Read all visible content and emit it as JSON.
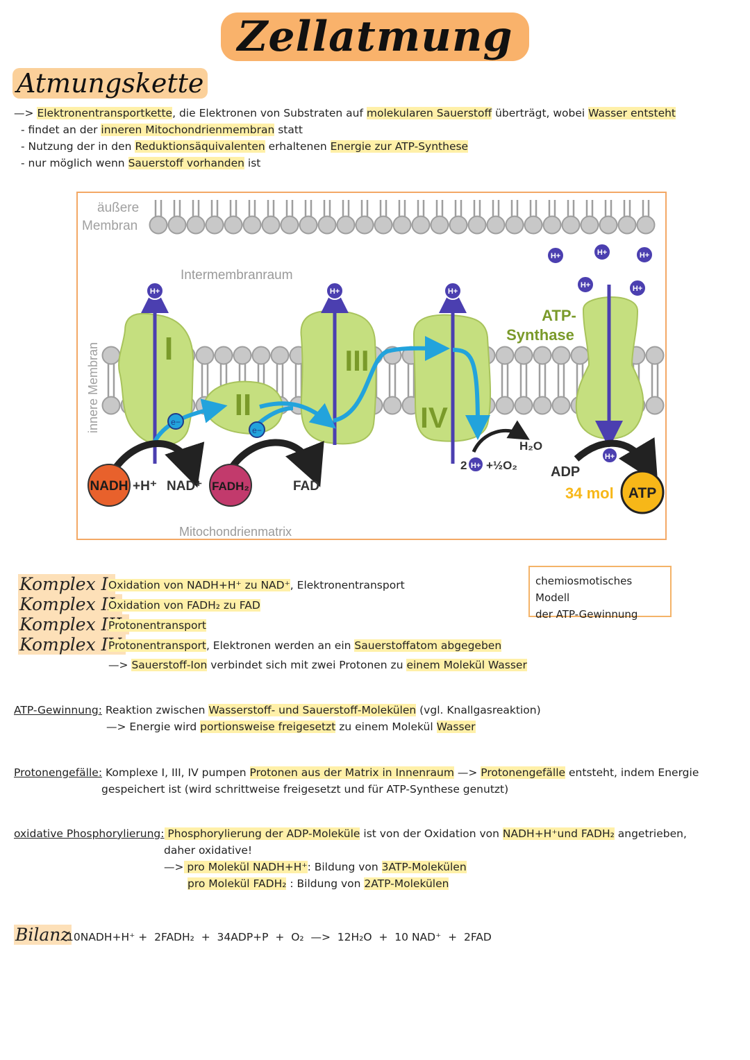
{
  "title": "Zellatmung",
  "subtitle": "Atmungskette",
  "intro": {
    "arrow": "—>",
    "def_a": "Elektronentransportkette",
    "def_b": ", die Elektronen von Substraten auf ",
    "def_c": "molekularen Sauerstoff",
    "def_d": " überträgt, wobei ",
    "def_e": "Wasser entsteht",
    "b1_a": "- findet an der ",
    "b1_b": "inneren Mitochondrienmembran",
    "b1_c": " statt",
    "b2_a": "- Nutzung der in den ",
    "b2_b": "Reduktionsäquivalenten",
    "b2_c": " erhaltenen ",
    "b2_d": "Energie zur ATP-Synthese",
    "b3_a": "- nur möglich wenn ",
    "b3_b": "Sauerstoff vorhanden",
    "b3_c": " ist"
  },
  "diagram": {
    "outer_membrane_1": "äußere",
    "outer_membrane_2": "Membran",
    "inner_membrane": "innere Membran",
    "intermembrane": "Intermembranraum",
    "matrix": "Mitochondrienmatrix",
    "complex_1": "I",
    "complex_2": "II",
    "complex_3": "III",
    "complex_4": "IV",
    "atp_synthase_1": "ATP-",
    "atp_synthase_2": "Synthase",
    "proton": "H+",
    "electron": "e−",
    "nadh": "NADH",
    "plus_h": "+H⁺",
    "nad": "NAD⁺",
    "fadh2": "FADH₂",
    "fad": "FAD",
    "h2o": "H₂O",
    "two": "2",
    "half_o2": "+½O₂",
    "adp": "ADP",
    "mol34": "34 mol",
    "atp": "ATP"
  },
  "komplex": {
    "k1_label": "Komplex   I:",
    "k1_a": "Oxidation von NADH+H⁺ zu NAD⁺",
    "k1_b": ", Elektronentransport",
    "k2_label": "Komplex  II:",
    "k2_a": "Oxidation von FADH₂ zu FAD",
    "k3_label": "Komplex III:",
    "k3_a": "Protonentransport",
    "k4_label": "Komplex  IV:",
    "k4_a": "Protonentransport",
    "k4_b": ", Elektronen werden an ein ",
    "k4_c": "Sauerstoffatom abgegeben",
    "k4_sub_arrow": "—>",
    "k4_sub_a": "Sauerstoff-Ion",
    "k4_sub_b": " verbindet sich mit zwei Protonen zu ",
    "k4_sub_c": "einem Molekül Wasser"
  },
  "chemi_box": {
    "line1": "chemiosmotisches Modell",
    "line2": "der ATP-Gewinnung"
  },
  "atp_gewinnung": {
    "label": "ATP-Gewinnung:",
    "a": " Reaktion zwischen ",
    "b": "Wasserstoff- und Sauerstoff-Molekülen",
    "c": " (vgl. Knallgasreaktion)",
    "sub_arrow": "—>",
    "sub_a": " Energie wird ",
    "sub_b": "portionsweise freigesetzt",
    "sub_c": " zu einem Molekül ",
    "sub_d": "Wasser"
  },
  "protonengefaelle": {
    "label": "Protonengefälle:",
    "a": " Komplexe I, III, IV pumpen ",
    "b": "Protonen aus der Matrix in Innenraum",
    "c": " —> ",
    "d": "Protonengefälle",
    "e": " entsteht, indem Energie",
    "line2": "gespeichert ist (wird schrittweise freigesetzt und für ATP-Synthese genutzt)"
  },
  "oxphos": {
    "label": "oxidative Phosphorylierung:",
    "a": " Phosphorylierung der ADP-Moleküle",
    "b": " ist von der Oxidation von ",
    "c": "NADH+H⁺und FADH₂",
    "d": " angetrieben,",
    "line2": "daher oxidative!",
    "sub_arrow": "—>",
    "s1_a": " pro Molekül NADH+H⁺",
    "s1_b": ": Bildung von ",
    "s1_c": "3ATP-Molekülen",
    "s2_a": "pro Molekül FADH₂",
    "s2_b": " : Bildung von ",
    "s2_c": "2ATP-Molekülen"
  },
  "bilanz": {
    "label": "Bilanz",
    "equation": "10NADH+H⁺ +  2FADH₂  +  34ADP+P  +  O₂  —>  12H₂O  +  10 NAD⁺  +  2FAD"
  },
  "colors": {
    "complex_green": "#c5df7f",
    "complex_stroke": "#a8c35c",
    "proton_purple": "#4b3fb0",
    "arrow_blue": "#22a3dc",
    "nadh_orange": "#e8612c",
    "fadh2_magenta": "#c23a6c",
    "atp_yellow": "#f7b718",
    "label_green": "#7a9a2a",
    "frame_orange": "#f3a865"
  }
}
